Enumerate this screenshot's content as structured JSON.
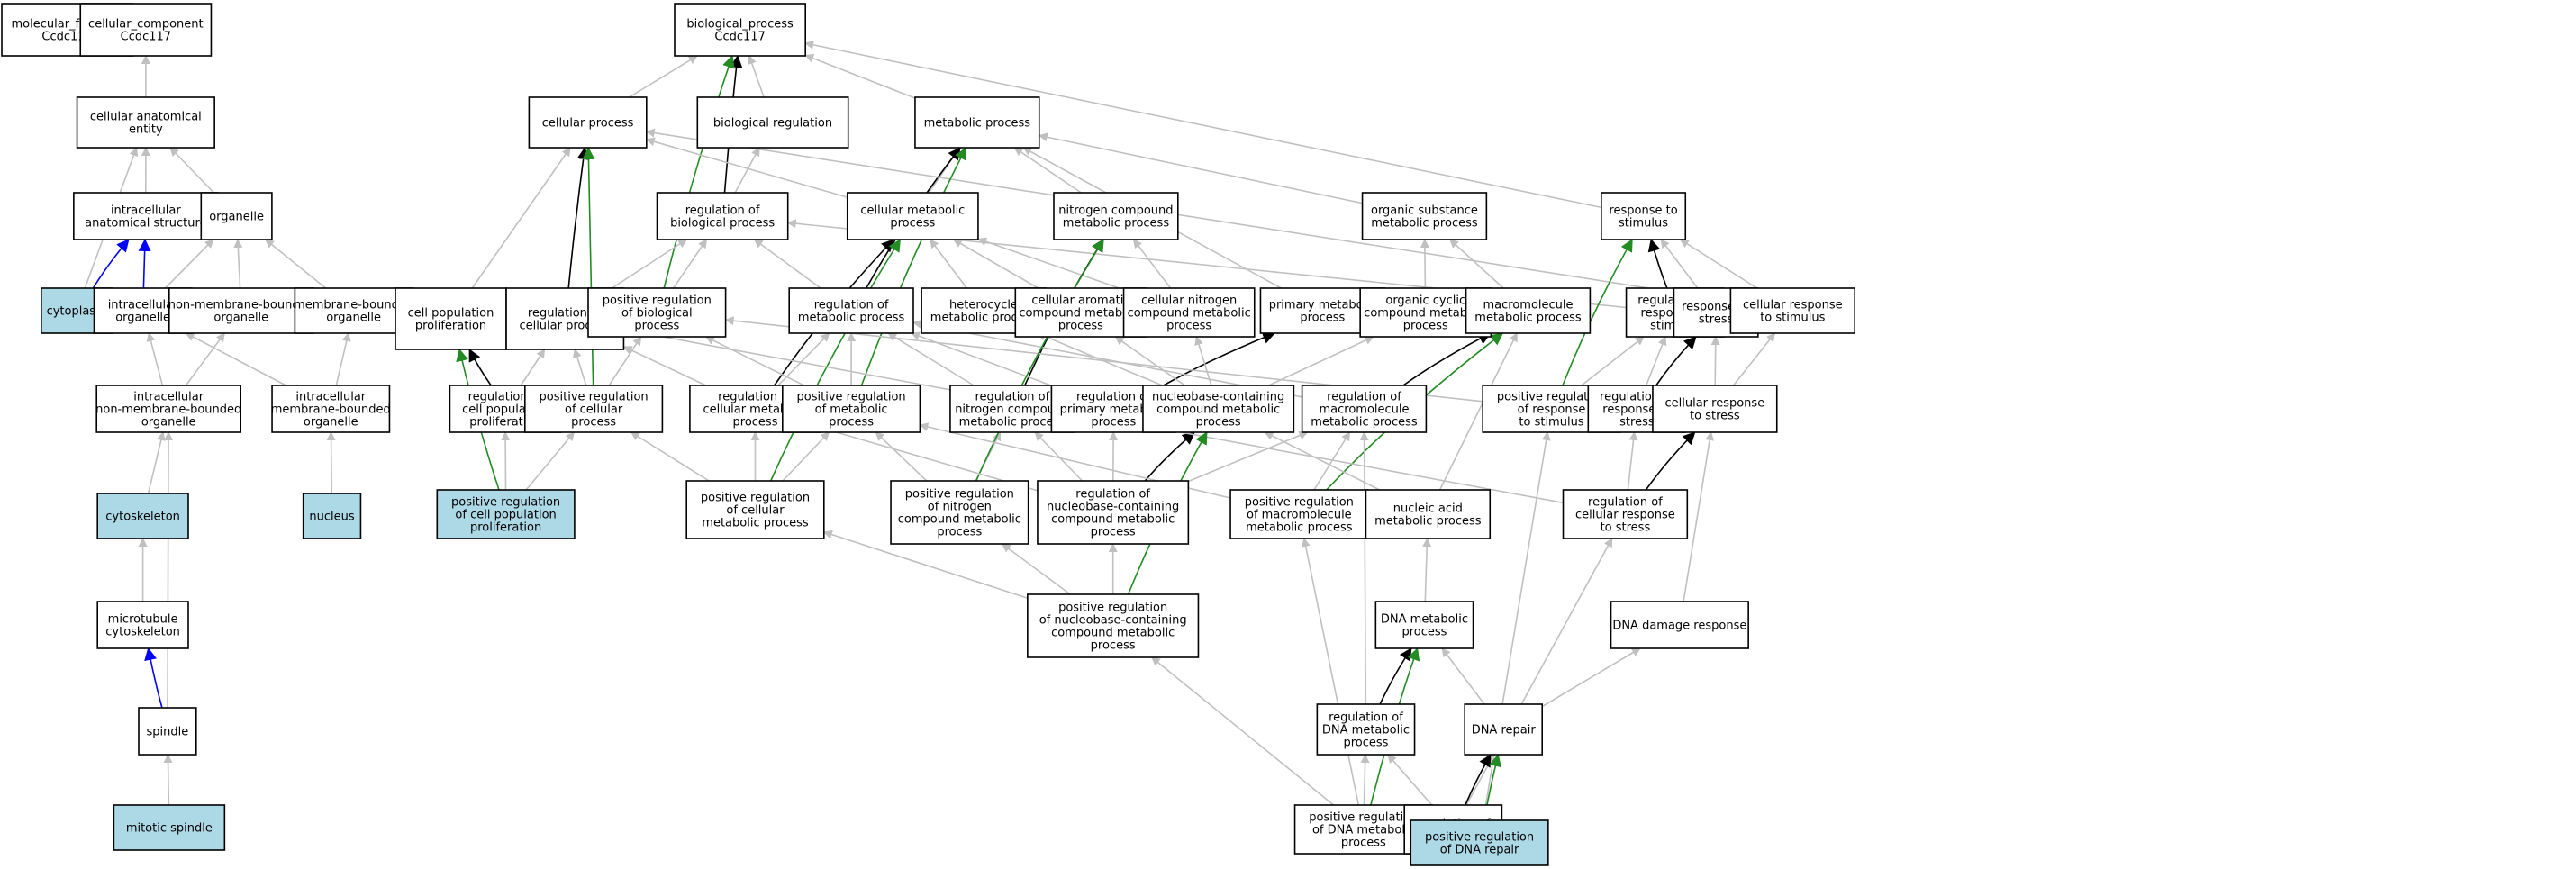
{
  "colors": {
    "background": "#ffffff",
    "node_fill": "#ffffff",
    "highlight_fill": "#add8e6",
    "node_border": "#000000",
    "edge_is_a": "#c0c0c0",
    "edge_regulates": "#000000",
    "edge_positively_regulates": "#228b22",
    "edge_part_of": "#0000ff"
  },
  "nodes": [
    {
      "id": "mf",
      "lines": [
        "molecular_function",
        "Ccdc117"
      ],
      "highlight": false
    },
    {
      "id": "cc",
      "lines": [
        "cellular_component",
        "Ccdc117"
      ],
      "highlight": false
    },
    {
      "id": "bp",
      "lines": [
        "biological_process",
        "Ccdc117"
      ],
      "highlight": false
    },
    {
      "id": "cae",
      "lines": [
        "cellular anatomical",
        "entity"
      ],
      "highlight": false
    },
    {
      "id": "ias",
      "lines": [
        "intracellular",
        "anatomical structure"
      ],
      "highlight": false
    },
    {
      "id": "org",
      "lines": [
        "organelle"
      ],
      "highlight": false
    },
    {
      "id": "cyto",
      "lines": [
        "cytoplasm"
      ],
      "highlight": true
    },
    {
      "id": "io",
      "lines": [
        "intracellular",
        "organelle"
      ],
      "highlight": false
    },
    {
      "id": "nmbo",
      "lines": [
        "non-membrane-bounded",
        "organelle"
      ],
      "highlight": false
    },
    {
      "id": "mbo",
      "lines": [
        "membrane-bounded",
        "organelle"
      ],
      "highlight": false
    },
    {
      "id": "inmbo",
      "lines": [
        "intracellular",
        "non-membrane-bounded",
        "organelle"
      ],
      "highlight": false
    },
    {
      "id": "imbo",
      "lines": [
        "intracellular",
        "membrane-bounded",
        "organelle"
      ],
      "highlight": false
    },
    {
      "id": "cytsk",
      "lines": [
        "cytoskeleton"
      ],
      "highlight": true
    },
    {
      "id": "nuc",
      "lines": [
        "nucleus"
      ],
      "highlight": true
    },
    {
      "id": "mtc",
      "lines": [
        "microtubule",
        "cytoskeleton"
      ],
      "highlight": false
    },
    {
      "id": "spindle",
      "lines": [
        "spindle"
      ],
      "highlight": false
    },
    {
      "id": "mspindle",
      "lines": [
        "mitotic spindle"
      ],
      "highlight": true
    },
    {
      "id": "cp",
      "lines": [
        "cellular process"
      ],
      "highlight": false
    },
    {
      "id": "br",
      "lines": [
        "biological regulation"
      ],
      "highlight": false
    },
    {
      "id": "mp",
      "lines": [
        "metabolic process"
      ],
      "highlight": false
    },
    {
      "id": "rbp",
      "lines": [
        "regulation of",
        "biological process"
      ],
      "highlight": false
    },
    {
      "id": "cmp",
      "lines": [
        "cellular metabolic",
        "process"
      ],
      "highlight": false
    },
    {
      "id": "ncmp",
      "lines": [
        "nitrogen compound",
        "metabolic process"
      ],
      "highlight": false
    },
    {
      "id": "osmp",
      "lines": [
        "organic substance",
        "metabolic process"
      ],
      "highlight": false
    },
    {
      "id": "rts",
      "lines": [
        "response to",
        "stimulus"
      ],
      "highlight": false
    },
    {
      "id": "cpp",
      "lines": [
        "cell population",
        "proliferation"
      ],
      "highlight": false
    },
    {
      "id": "rcp",
      "lines": [
        "regulation of",
        "cellular process"
      ],
      "highlight": false
    },
    {
      "id": "prbp",
      "lines": [
        "positive regulation",
        "of biological",
        "process"
      ],
      "highlight": false
    },
    {
      "id": "rmp",
      "lines": [
        "regulation of",
        "metabolic process"
      ],
      "highlight": false
    },
    {
      "id": "hmp",
      "lines": [
        "heterocycle",
        "metabolic process"
      ],
      "highlight": false
    },
    {
      "id": "cacmp",
      "lines": [
        "cellular aromatic",
        "compound metabolic",
        "process"
      ],
      "highlight": false
    },
    {
      "id": "cncmp",
      "lines": [
        "cellular nitrogen",
        "compound metabolic",
        "process"
      ],
      "highlight": false
    },
    {
      "id": "pmp",
      "lines": [
        "primary metabolic",
        "process"
      ],
      "highlight": false
    },
    {
      "id": "occmp",
      "lines": [
        "organic cyclic",
        "compound metabolic",
        "process"
      ],
      "highlight": false
    },
    {
      "id": "macmp",
      "lines": [
        "macromolecule",
        "metabolic process"
      ],
      "highlight": false
    },
    {
      "id": "rrts",
      "lines": [
        "regulation of",
        "response to",
        "stimulus"
      ],
      "highlight": false
    },
    {
      "id": "rtstress",
      "lines": [
        "response to",
        "stress"
      ],
      "highlight": false
    },
    {
      "id": "crts",
      "lines": [
        "cellular response",
        "to stimulus"
      ],
      "highlight": false
    },
    {
      "id": "rcpp",
      "lines": [
        "regulation of",
        "cell population",
        "proliferation"
      ],
      "highlight": false
    },
    {
      "id": "prcp",
      "lines": [
        "positive regulation",
        "of cellular",
        "process"
      ],
      "highlight": false
    },
    {
      "id": "rcmp",
      "lines": [
        "regulation of",
        "cellular metabolic",
        "process"
      ],
      "highlight": false
    },
    {
      "id": "prmp",
      "lines": [
        "positive regulation",
        "of metabolic",
        "process"
      ],
      "highlight": false
    },
    {
      "id": "rncmp",
      "lines": [
        "regulation of",
        "nitrogen compound",
        "metabolic process"
      ],
      "highlight": false
    },
    {
      "id": "rpmp",
      "lines": [
        "regulation of",
        "primary metabolic",
        "process"
      ],
      "highlight": false
    },
    {
      "id": "nbccmp",
      "lines": [
        "nucleobase-containing",
        "compound metabolic",
        "process"
      ],
      "highlight": false
    },
    {
      "id": "rmacmp",
      "lines": [
        "regulation of",
        "macromolecule",
        "metabolic process"
      ],
      "highlight": false
    },
    {
      "id": "prrts",
      "lines": [
        "positive regulation",
        "of response",
        "to stimulus"
      ],
      "highlight": false
    },
    {
      "id": "rrtstress",
      "lines": [
        "regulation of",
        "response to",
        "stress"
      ],
      "highlight": false
    },
    {
      "id": "crtstress",
      "lines": [
        "cellular response",
        "to stress"
      ],
      "highlight": false
    },
    {
      "id": "prcpp",
      "lines": [
        "positive regulation",
        "of cell population",
        "proliferation"
      ],
      "highlight": true
    },
    {
      "id": "prcmp",
      "lines": [
        "positive regulation",
        "of cellular",
        "metabolic process"
      ],
      "highlight": false
    },
    {
      "id": "prncmp",
      "lines": [
        "positive regulation",
        "of nitrogen",
        "compound metabolic",
        "process"
      ],
      "highlight": false
    },
    {
      "id": "rnbccmp",
      "lines": [
        "regulation of",
        "nucleobase-containing",
        "compound metabolic",
        "process"
      ],
      "highlight": false
    },
    {
      "id": "prmacmp",
      "lines": [
        "positive regulation",
        "of macromolecule",
        "metabolic process"
      ],
      "highlight": false
    },
    {
      "id": "namp",
      "lines": [
        "nucleic acid",
        "metabolic process"
      ],
      "highlight": false
    },
    {
      "id": "rcrtstress",
      "lines": [
        "regulation of",
        "cellular response",
        "to stress"
      ],
      "highlight": false
    },
    {
      "id": "prnbccmp",
      "lines": [
        "positive regulation",
        "of nucleobase-containing",
        "compound metabolic",
        "process"
      ],
      "highlight": false
    },
    {
      "id": "dnamp",
      "lines": [
        "DNA metabolic",
        "process"
      ],
      "highlight": false
    },
    {
      "id": "ddr",
      "lines": [
        "DNA damage response"
      ],
      "highlight": false
    },
    {
      "id": "rdnamp",
      "lines": [
        "regulation of",
        "DNA metabolic",
        "process"
      ],
      "highlight": false
    },
    {
      "id": "dnarep",
      "lines": [
        "DNA repair"
      ],
      "highlight": false
    },
    {
      "id": "prdnamp",
      "lines": [
        "positive regulation",
        "of DNA metabolic",
        "process"
      ],
      "highlight": false
    },
    {
      "id": "rdnarep",
      "lines": [
        "regulation of",
        "DNA repair"
      ],
      "highlight": false
    },
    {
      "id": "prdnarep",
      "lines": [
        "positive regulation",
        "of DNA repair"
      ],
      "highlight": true
    }
  ],
  "edges": [
    {
      "from": "cae",
      "to": "cc",
      "kind": "is_a"
    },
    {
      "from": "ias",
      "to": "cae",
      "kind": "is_a"
    },
    {
      "from": "org",
      "to": "cae",
      "kind": "is_a"
    },
    {
      "from": "cyto",
      "to": "cae",
      "kind": "is_a"
    },
    {
      "from": "cyto",
      "to": "ias",
      "kind": "part_of"
    },
    {
      "from": "io",
      "to": "ias",
      "kind": "part_of"
    },
    {
      "from": "io",
      "to": "org",
      "kind": "is_a"
    },
    {
      "from": "nmbo",
      "to": "org",
      "kind": "is_a"
    },
    {
      "from": "mbo",
      "to": "org",
      "kind": "is_a"
    },
    {
      "from": "inmbo",
      "to": "io",
      "kind": "is_a"
    },
    {
      "from": "inmbo",
      "to": "nmbo",
      "kind": "is_a"
    },
    {
      "from": "imbo",
      "to": "io",
      "kind": "is_a"
    },
    {
      "from": "imbo",
      "to": "mbo",
      "kind": "is_a"
    },
    {
      "from": "cytsk",
      "to": "inmbo",
      "kind": "is_a"
    },
    {
      "from": "nuc",
      "to": "imbo",
      "kind": "is_a"
    },
    {
      "from": "mtc",
      "to": "cytsk",
      "kind": "is_a"
    },
    {
      "from": "spindle",
      "to": "mtc",
      "kind": "part_of"
    },
    {
      "from": "spindle",
      "to": "inmbo",
      "kind": "is_a"
    },
    {
      "from": "mspindle",
      "to": "spindle",
      "kind": "is_a"
    },
    {
      "from": "cp",
      "to": "bp",
      "kind": "is_a"
    },
    {
      "from": "br",
      "to": "bp",
      "kind": "is_a"
    },
    {
      "from": "mp",
      "to": "bp",
      "kind": "is_a"
    },
    {
      "from": "rts",
      "to": "bp",
      "kind": "is_a"
    },
    {
      "from": "rbp",
      "to": "br",
      "kind": "is_a"
    },
    {
      "from": "rbp",
      "to": "bp",
      "kind": "regulates"
    },
    {
      "from": "prbp",
      "to": "rbp",
      "kind": "is_a"
    },
    {
      "from": "prbp",
      "to": "bp",
      "kind": "positively_regulates"
    },
    {
      "from": "cmp",
      "to": "cp",
      "kind": "is_a"
    },
    {
      "from": "cmp",
      "to": "mp",
      "kind": "is_a"
    },
    {
      "from": "ncmp",
      "to": "mp",
      "kind": "is_a"
    },
    {
      "from": "osmp",
      "to": "mp",
      "kind": "is_a"
    },
    {
      "from": "cpp",
      "to": "cp",
      "kind": "is_a"
    },
    {
      "from": "rcp",
      "to": "cp",
      "kind": "regulates"
    },
    {
      "from": "rcp",
      "to": "rbp",
      "kind": "is_a"
    },
    {
      "from": "rmp",
      "to": "rbp",
      "kind": "is_a"
    },
    {
      "from": "rmp",
      "to": "mp",
      "kind": "regulates"
    },
    {
      "from": "hmp",
      "to": "cmp",
      "kind": "is_a"
    },
    {
      "from": "cacmp",
      "to": "cmp",
      "kind": "is_a"
    },
    {
      "from": "cncmp",
      "to": "cmp",
      "kind": "is_a"
    },
    {
      "from": "cncmp",
      "to": "ncmp",
      "kind": "is_a"
    },
    {
      "from": "pmp",
      "to": "mp",
      "kind": "is_a"
    },
    {
      "from": "occmp",
      "to": "osmp",
      "kind": "is_a"
    },
    {
      "from": "macmp",
      "to": "osmp",
      "kind": "is_a"
    },
    {
      "from": "macmp",
      "to": "pmp",
      "kind": "is_a"
    },
    {
      "from": "rrts",
      "to": "rbp",
      "kind": "is_a"
    },
    {
      "from": "rrts",
      "to": "rts",
      "kind": "regulates"
    },
    {
      "from": "rtstress",
      "to": "rts",
      "kind": "is_a"
    },
    {
      "from": "crts",
      "to": "rts",
      "kind": "is_a"
    },
    {
      "from": "crts",
      "to": "cp",
      "kind": "is_a"
    },
    {
      "from": "rcpp",
      "to": "rcp",
      "kind": "is_a"
    },
    {
      "from": "rcpp",
      "to": "cpp",
      "kind": "regulates"
    },
    {
      "from": "prcp",
      "to": "rcp",
      "kind": "is_a"
    },
    {
      "from": "prcp",
      "to": "prbp",
      "kind": "is_a"
    },
    {
      "from": "prcp",
      "to": "cp",
      "kind": "positively_regulates"
    },
    {
      "from": "rcmp",
      "to": "rcp",
      "kind": "is_a"
    },
    {
      "from": "rcmp",
      "to": "rmp",
      "kind": "is_a"
    },
    {
      "from": "rcmp",
      "to": "cmp",
      "kind": "regulates"
    },
    {
      "from": "prmp",
      "to": "rmp",
      "kind": "is_a"
    },
    {
      "from": "prmp",
      "to": "prbp",
      "kind": "is_a"
    },
    {
      "from": "prmp",
      "to": "mp",
      "kind": "positively_regulates"
    },
    {
      "from": "rncmp",
      "to": "rmp",
      "kind": "is_a"
    },
    {
      "from": "rncmp",
      "to": "ncmp",
      "kind": "regulates"
    },
    {
      "from": "rpmp",
      "to": "rmp",
      "kind": "is_a"
    },
    {
      "from": "rpmp",
      "to": "pmp",
      "kind": "regulates"
    },
    {
      "from": "nbccmp",
      "to": "hmp",
      "kind": "is_a"
    },
    {
      "from": "nbccmp",
      "to": "cacmp",
      "kind": "is_a"
    },
    {
      "from": "nbccmp",
      "to": "cncmp",
      "kind": "is_a"
    },
    {
      "from": "nbccmp",
      "to": "occmp",
      "kind": "is_a"
    },
    {
      "from": "rmacmp",
      "to": "rmp",
      "kind": "is_a"
    },
    {
      "from": "rmacmp",
      "to": "macmp",
      "kind": "regulates"
    },
    {
      "from": "prrts",
      "to": "rrts",
      "kind": "is_a"
    },
    {
      "from": "prrts",
      "to": "prbp",
      "kind": "is_a"
    },
    {
      "from": "prrts",
      "to": "rts",
      "kind": "positively_regulates"
    },
    {
      "from": "rrtstress",
      "to": "rrts",
      "kind": "is_a"
    },
    {
      "from": "rrtstress",
      "to": "rtstress",
      "kind": "regulates"
    },
    {
      "from": "crtstress",
      "to": "rtstress",
      "kind": "is_a"
    },
    {
      "from": "crtstress",
      "to": "crts",
      "kind": "is_a"
    },
    {
      "from": "prcpp",
      "to": "rcpp",
      "kind": "is_a"
    },
    {
      "from": "prcpp",
      "to": "prcp",
      "kind": "is_a"
    },
    {
      "from": "prcpp",
      "to": "cpp",
      "kind": "positively_regulates"
    },
    {
      "from": "prcmp",
      "to": "rcmp",
      "kind": "is_a"
    },
    {
      "from": "prcmp",
      "to": "prcp",
      "kind": "is_a"
    },
    {
      "from": "prcmp",
      "to": "prmp",
      "kind": "is_a"
    },
    {
      "from": "prcmp",
      "to": "cmp",
      "kind": "positively_regulates"
    },
    {
      "from": "prncmp",
      "to": "rncmp",
      "kind": "is_a"
    },
    {
      "from": "prncmp",
      "to": "prmp",
      "kind": "is_a"
    },
    {
      "from": "prncmp",
      "to": "ncmp",
      "kind": "positively_regulates"
    },
    {
      "from": "rnbccmp",
      "to": "rcmp",
      "kind": "is_a"
    },
    {
      "from": "rnbccmp",
      "to": "rncmp",
      "kind": "is_a"
    },
    {
      "from": "rnbccmp",
      "to": "rpmp",
      "kind": "is_a"
    },
    {
      "from": "rnbccmp",
      "to": "rmacmp",
      "kind": "is_a"
    },
    {
      "from": "rnbccmp",
      "to": "nbccmp",
      "kind": "regulates"
    },
    {
      "from": "prmacmp",
      "to": "rmacmp",
      "kind": "is_a"
    },
    {
      "from": "prmacmp",
      "to": "prmp",
      "kind": "is_a"
    },
    {
      "from": "prmacmp",
      "to": "macmp",
      "kind": "positively_regulates"
    },
    {
      "from": "namp",
      "to": "nbccmp",
      "kind": "is_a"
    },
    {
      "from": "namp",
      "to": "macmp",
      "kind": "is_a"
    },
    {
      "from": "rcrtstress",
      "to": "rrtstress",
      "kind": "is_a"
    },
    {
      "from": "rcrtstress",
      "to": "rcp",
      "kind": "is_a"
    },
    {
      "from": "rcrtstress",
      "to": "crtstress",
      "kind": "regulates"
    },
    {
      "from": "prnbccmp",
      "to": "rnbccmp",
      "kind": "is_a"
    },
    {
      "from": "prnbccmp",
      "to": "prcmp",
      "kind": "is_a"
    },
    {
      "from": "prnbccmp",
      "to": "prncmp",
      "kind": "is_a"
    },
    {
      "from": "prnbccmp",
      "to": "nbccmp",
      "kind": "positively_regulates"
    },
    {
      "from": "dnamp",
      "to": "namp",
      "kind": "is_a"
    },
    {
      "from": "ddr",
      "to": "crtstress",
      "kind": "is_a"
    },
    {
      "from": "rdnamp",
      "to": "rmacmp",
      "kind": "is_a"
    },
    {
      "from": "rdnamp",
      "to": "dnamp",
      "kind": "regulates"
    },
    {
      "from": "dnarep",
      "to": "dnamp",
      "kind": "is_a"
    },
    {
      "from": "dnarep",
      "to": "ddr",
      "kind": "is_a"
    },
    {
      "from": "prdnamp",
      "to": "rdnamp",
      "kind": "is_a"
    },
    {
      "from": "prdnamp",
      "to": "prmacmp",
      "kind": "is_a"
    },
    {
      "from": "prdnamp",
      "to": "prnbccmp",
      "kind": "is_a"
    },
    {
      "from": "prdnamp",
      "to": "dnamp",
      "kind": "positively_regulates"
    },
    {
      "from": "rdnarep",
      "to": "rdnamp",
      "kind": "is_a"
    },
    {
      "from": "rdnarep",
      "to": "rcrtstress",
      "kind": "is_a"
    },
    {
      "from": "rdnarep",
      "to": "dnarep",
      "kind": "regulates"
    },
    {
      "from": "prdnarep",
      "to": "rdnarep",
      "kind": "is_a"
    },
    {
      "from": "prdnarep",
      "to": "prdnamp",
      "kind": "is_a"
    },
    {
      "from": "prdnarep",
      "to": "prrts",
      "kind": "is_a"
    },
    {
      "from": "prdnarep",
      "to": "dnarep",
      "kind": "positively_regulates"
    }
  ]
}
